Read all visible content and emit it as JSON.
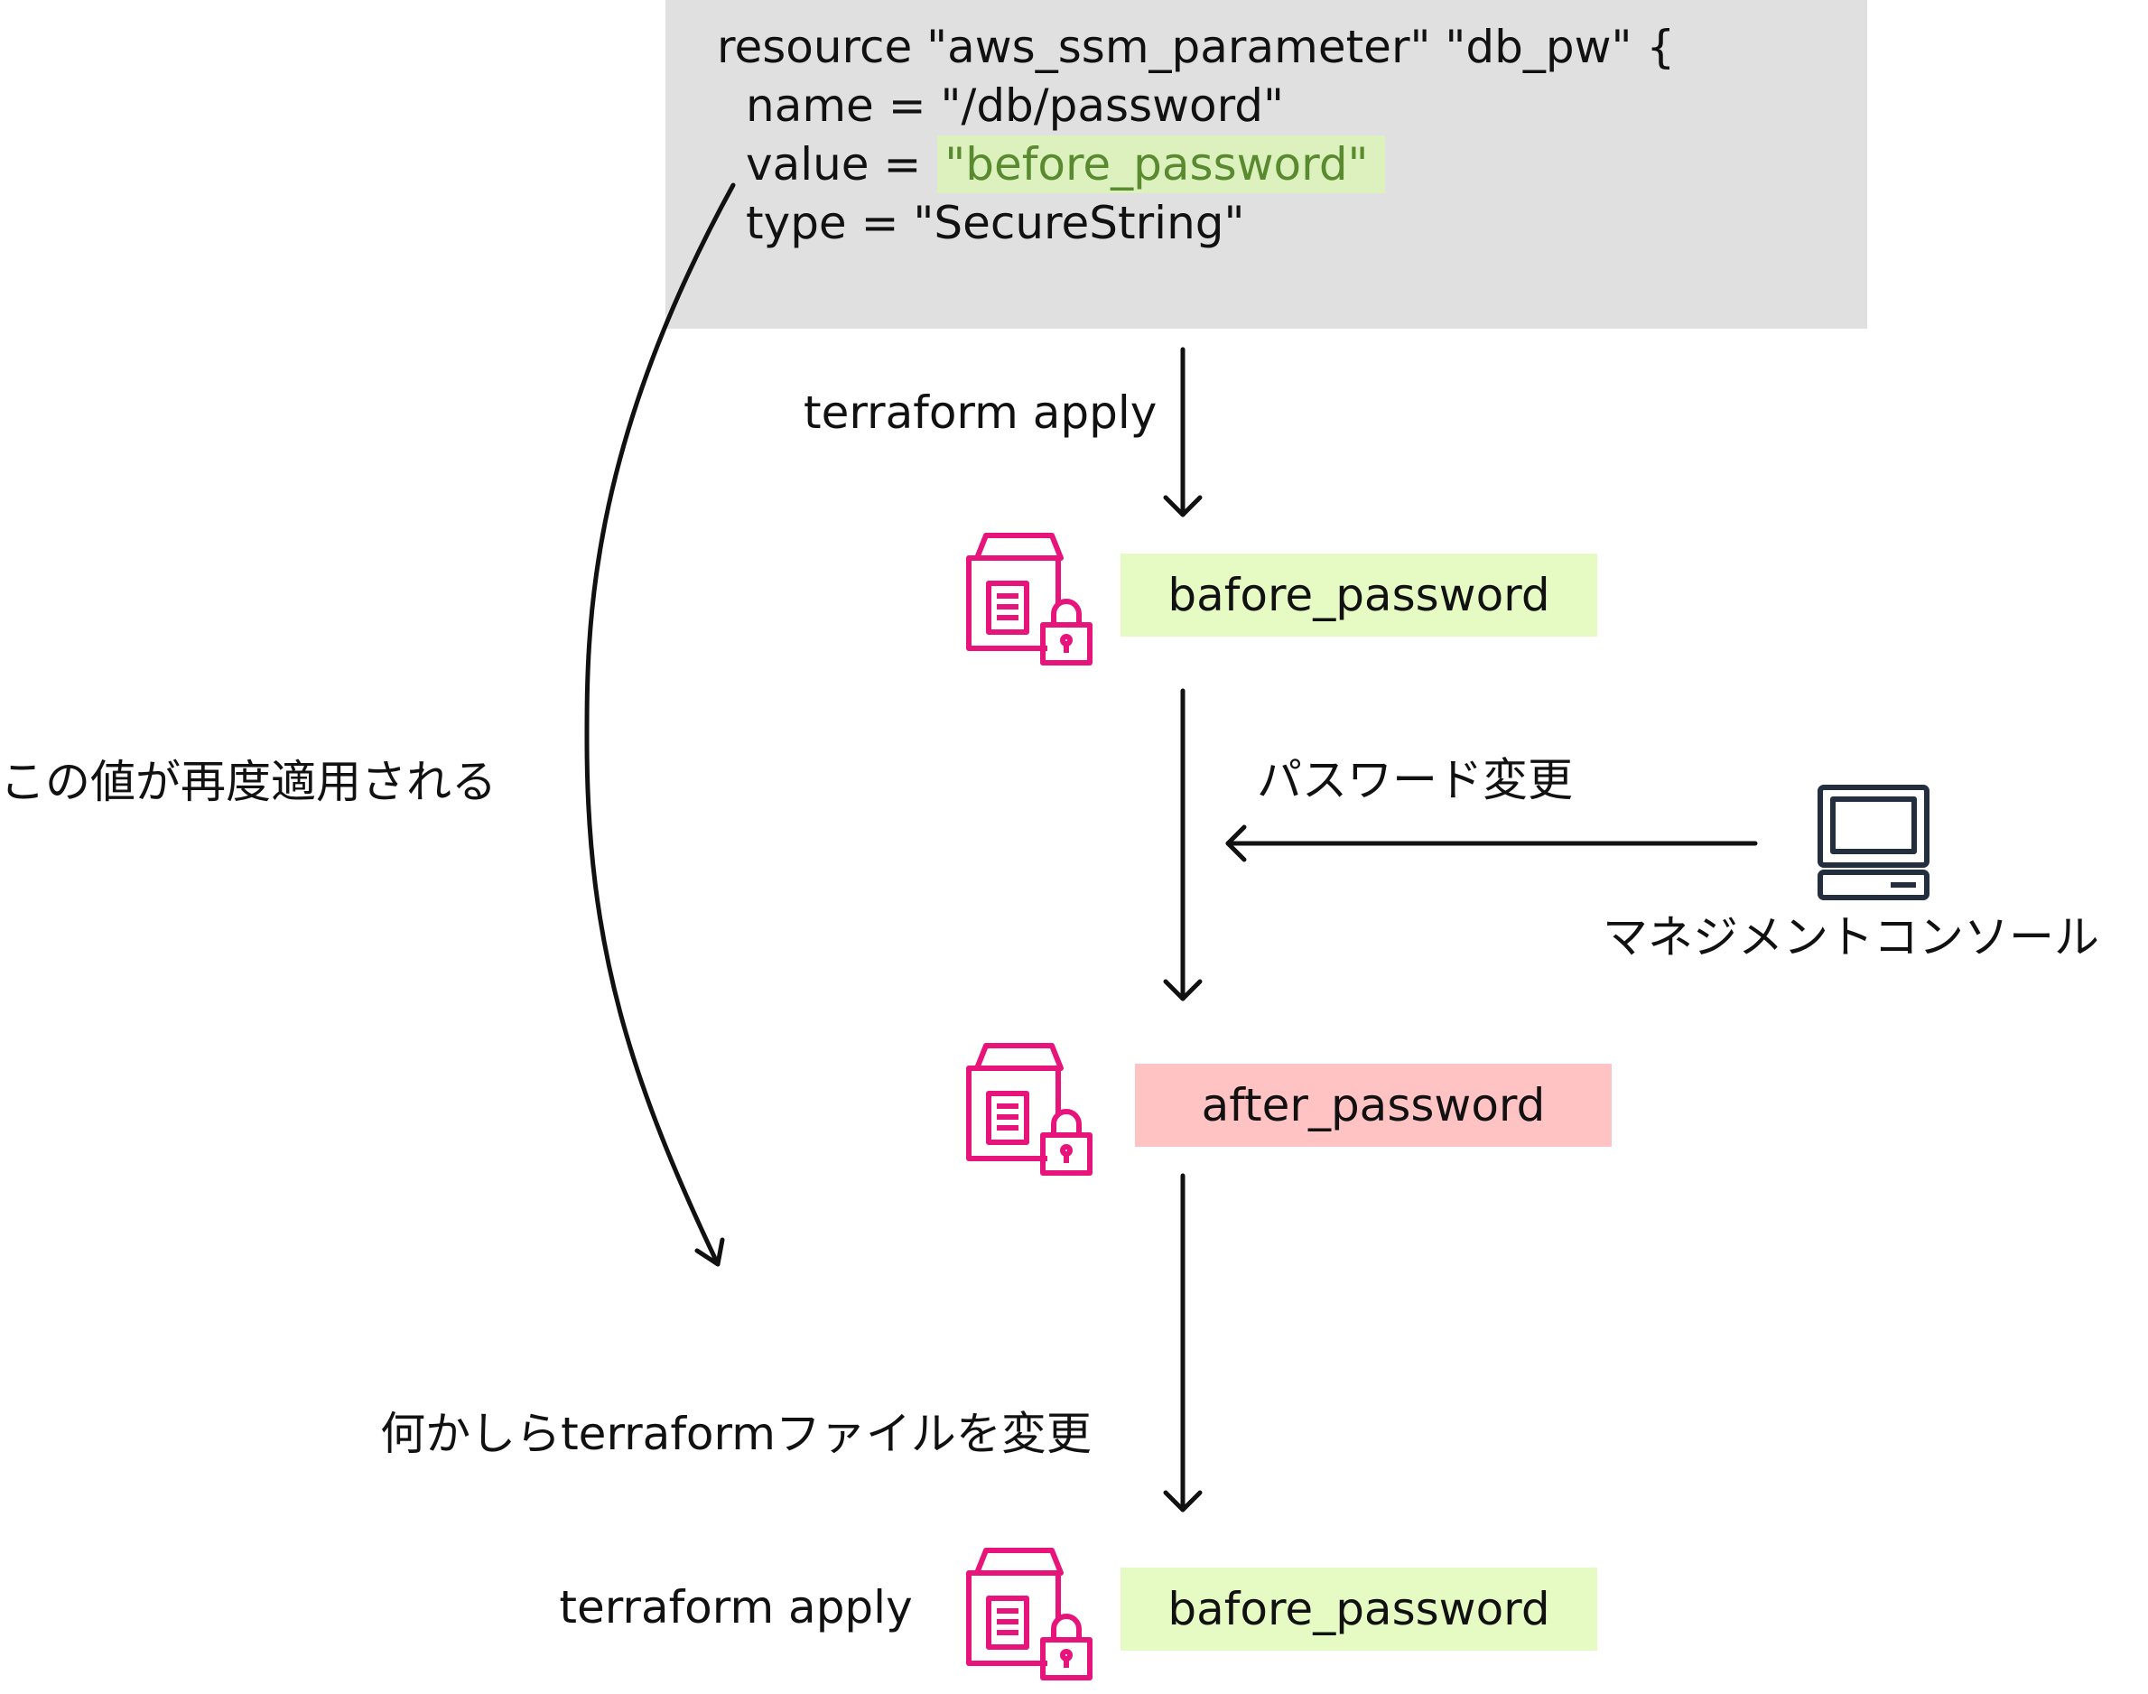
{
  "code": {
    "line1": "resource \"aws_ssm_parameter\" \"db_pw\" {",
    "line2": "name = \"/db/password\"",
    "line3_prefix": "value = ",
    "line3_value": "\"before_password\"",
    "line4": "type = \"SecureString\""
  },
  "flow": {
    "apply_label": "terraform apply",
    "state1_value": "bafore_password",
    "change_label": "パスワード変更",
    "console_label": "マネジメントコンソール",
    "state2_value": "after_password",
    "state3_value": "bafore_password",
    "reapply_label": "この値が再度適用される",
    "modify_label_line1": "何かしらterraformファイルを変更",
    "modify_label_line2": "terraform apply"
  },
  "colors": {
    "code_bg": "#e0e0e0",
    "highlight_green": "#e6fbc4",
    "highlight_red": "#ffc3c3",
    "icon_pink": "#e7157b",
    "console_icon": "#232f3e"
  },
  "icons": {
    "parameter_store": "ssm-parameter-lock-icon",
    "console": "computer-terminal-icon"
  }
}
